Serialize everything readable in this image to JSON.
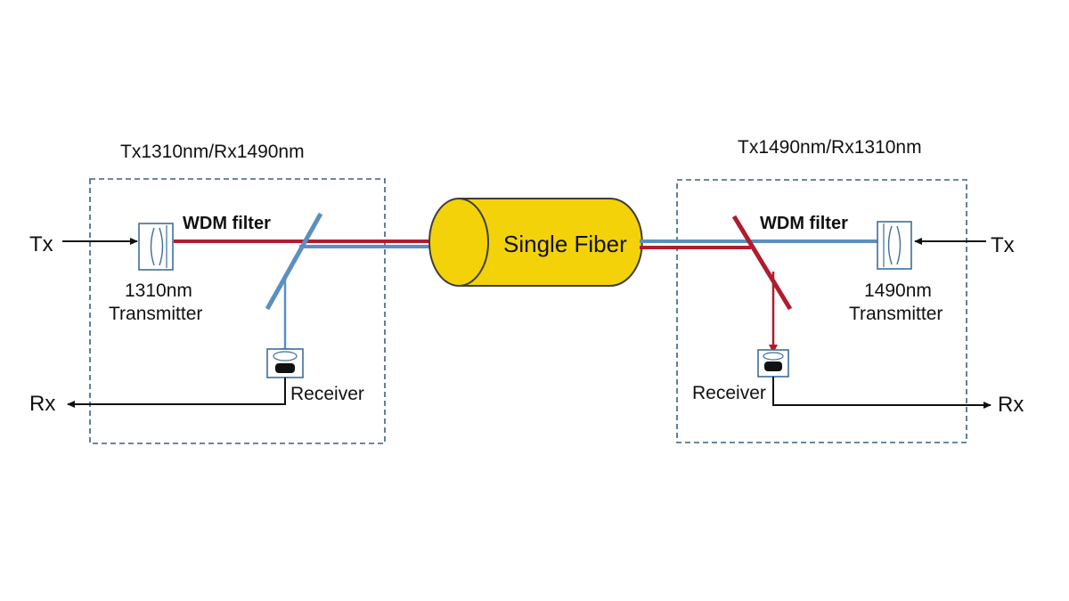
{
  "left_module": {
    "title": "Tx1310nm/Rx1490nm",
    "filter_label": "WDM filter",
    "transmitter_wavelength": "1310nm",
    "transmitter_label": "Transmitter",
    "receiver_label": "Receiver",
    "tx_label": "Tx",
    "rx_label": "Rx"
  },
  "right_module": {
    "title": "Tx1490nm/Rx1310nm",
    "filter_label": "WDM filter",
    "transmitter_wavelength": "1490nm",
    "transmitter_label": "Transmitter",
    "receiver_label": "Receiver",
    "tx_label": "Tx",
    "rx_label": "Rx"
  },
  "fiber": {
    "label": "Single Fiber"
  },
  "colors": {
    "beam_1310": "#b01c2e",
    "beam_1490": "#5b8fc2",
    "fiber_fill": "#f3d20a",
    "fiber_stroke": "#3d3d3d",
    "box_border": "#3b6179",
    "component_stroke": "#3f6e95",
    "signal_line": "#111111"
  }
}
